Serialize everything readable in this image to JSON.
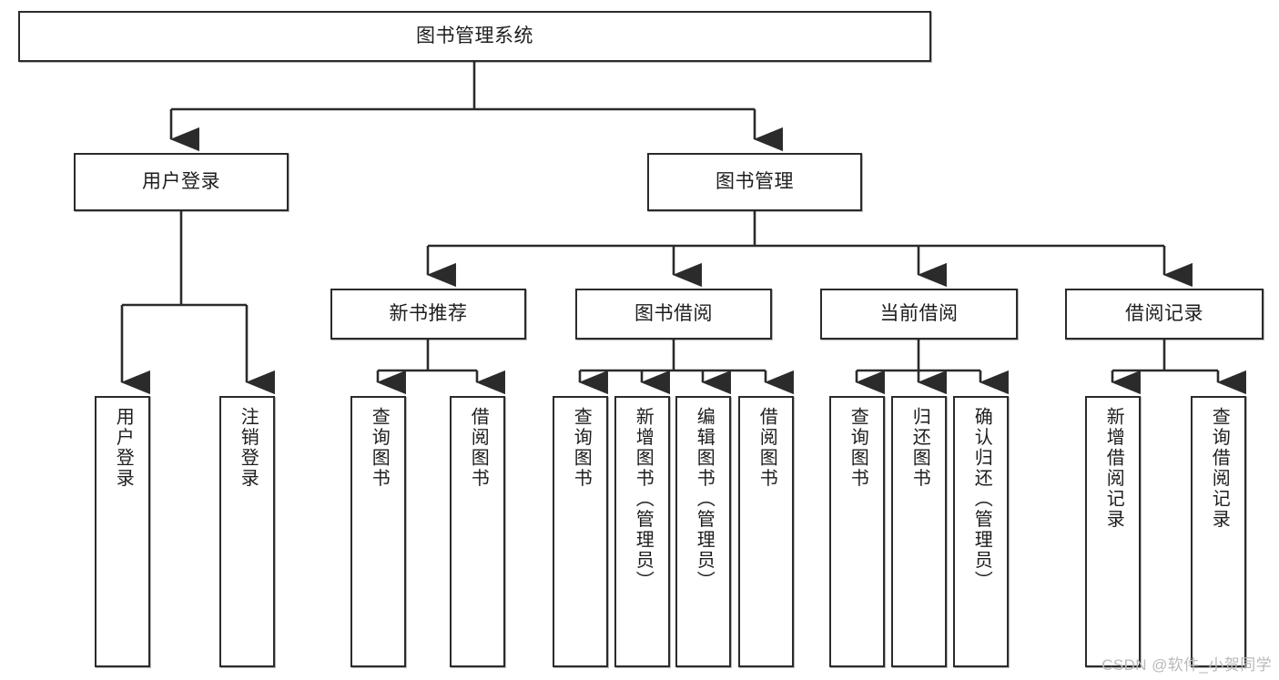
{
  "diagram": {
    "title": "图书管理系统",
    "type": "hierarchy-tree",
    "watermark": "CSDN @软件_小贺同学",
    "colors": {
      "background": "#ffffff",
      "box_border": "#2b2b2b",
      "box_fill": "#ffffff",
      "connector": "#2b2b2b",
      "text": "#1d1d1d",
      "watermark": "#b9b9b9"
    },
    "nodes": {
      "root": {
        "label": "图书管理系统"
      },
      "level1": [
        {
          "id": "user-login",
          "label": "用户登录"
        },
        {
          "id": "book-manage",
          "label": "图书管理"
        }
      ],
      "level2": [
        {
          "id": "new-book-recommend",
          "label": "新书推荐"
        },
        {
          "id": "book-borrow",
          "label": "图书借阅"
        },
        {
          "id": "current-borrow",
          "label": "当前借阅"
        },
        {
          "id": "borrow-record",
          "label": "借阅记录"
        }
      ],
      "leaves": {
        "user-login": [
          {
            "id": "leaf-user-login",
            "label": "用户登录"
          },
          {
            "id": "leaf-logout-login",
            "label": "注销登录"
          }
        ],
        "new-book-recommend": [
          {
            "id": "leaf-query-book-1",
            "label": "查询图书"
          },
          {
            "id": "leaf-borrow-book-1",
            "label": "借阅图书"
          }
        ],
        "book-borrow": [
          {
            "id": "leaf-query-book-2",
            "label": "查询图书"
          },
          {
            "id": "leaf-add-book",
            "label": "新增图书（管理员）"
          },
          {
            "id": "leaf-edit-book",
            "label": "编辑图书（管理员）"
          },
          {
            "id": "leaf-borrow-book-2",
            "label": "借阅图书"
          }
        ],
        "current-borrow": [
          {
            "id": "leaf-query-book-3",
            "label": "查询图书"
          },
          {
            "id": "leaf-return-book",
            "label": "归还图书"
          },
          {
            "id": "leaf-confirm-return",
            "label": "确认归还（管理员）"
          }
        ],
        "borrow-record": [
          {
            "id": "leaf-add-record",
            "label": "新增借阅记录"
          },
          {
            "id": "leaf-query-record",
            "label": "查询借阅记录"
          }
        ]
      }
    }
  }
}
